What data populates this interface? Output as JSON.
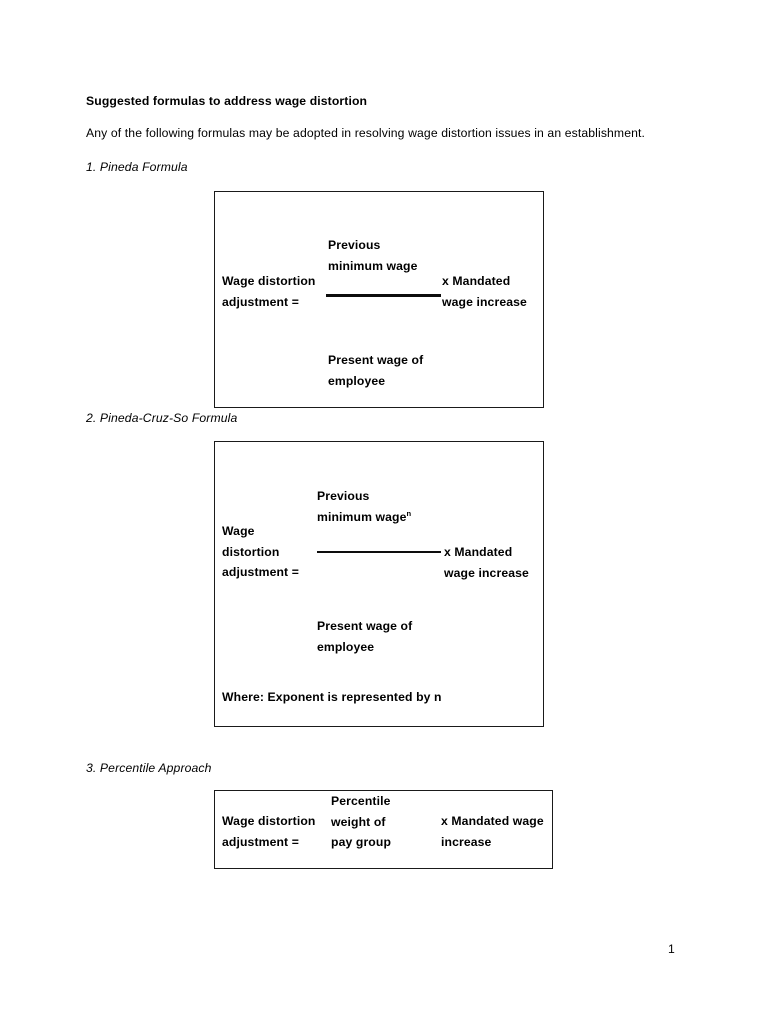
{
  "document": {
    "title": "Suggested formulas to address wage distortion",
    "intro": "Any of the following formulas may be adopted in resolving wage distortion issues in an establishment.",
    "page_number": "1"
  },
  "sections": [
    {
      "heading": "1. Pineda Formula",
      "formula": {
        "lhs_lines": [
          "Wage distortion",
          "adjustment ="
        ],
        "numerator_lines": [
          "Previous",
          "minimum wage"
        ],
        "denominator_lines": [
          "Present wage of",
          "employee"
        ],
        "rhs_lines": [
          "x Mandated",
          "wage increase"
        ],
        "exponent": "",
        "note": ""
      }
    },
    {
      "heading": "2. Pineda-Cruz-So Formula",
      "formula": {
        "lhs_lines": [
          "Wage",
          "distortion",
          "adjustment ="
        ],
        "numerator_lines": [
          "Previous",
          "minimum wage"
        ],
        "denominator_lines": [
          "Present wage of",
          "employee"
        ],
        "rhs_lines": [
          "x Mandated",
          "wage increase"
        ],
        "exponent": "n",
        "note": "Where: Exponent is represented by n"
      }
    },
    {
      "heading": "3. Percentile Approach",
      "formula": {
        "lhs_lines": [
          "Wage distortion",
          "adjustment ="
        ],
        "middle_lines": [
          "Percentile",
          "weight of",
          "pay group"
        ],
        "rhs_lines": [
          "x Mandated wage",
          "increase"
        ]
      }
    }
  ],
  "colors": {
    "page_background": "#ffffff",
    "text": "#000000",
    "box_border": "#1a1a1a",
    "fraction_bar": "#0d0d0d"
  }
}
